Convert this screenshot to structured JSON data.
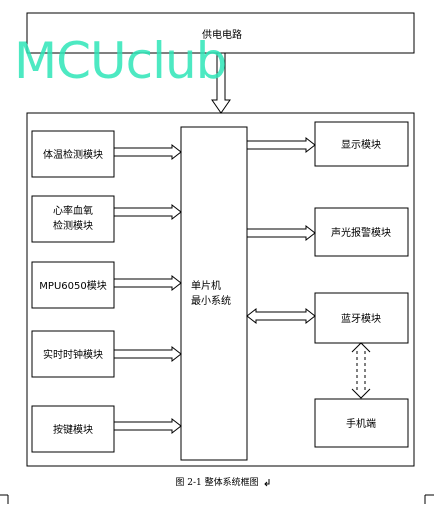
{
  "watermark": "MCUclub",
  "power": "供电电路",
  "inputs": [
    "体温检测模块",
    "心率血氧",
    "检测模块",
    "MPU6050模块",
    "实时时钟模块",
    "按键模块"
  ],
  "mcu": [
    "单片机",
    "最小系统"
  ],
  "outputs": [
    "显示模块",
    "声光报警模块",
    "蓝牙模块",
    "手机端"
  ],
  "caption": "图 2-1  整体系统框图"
}
